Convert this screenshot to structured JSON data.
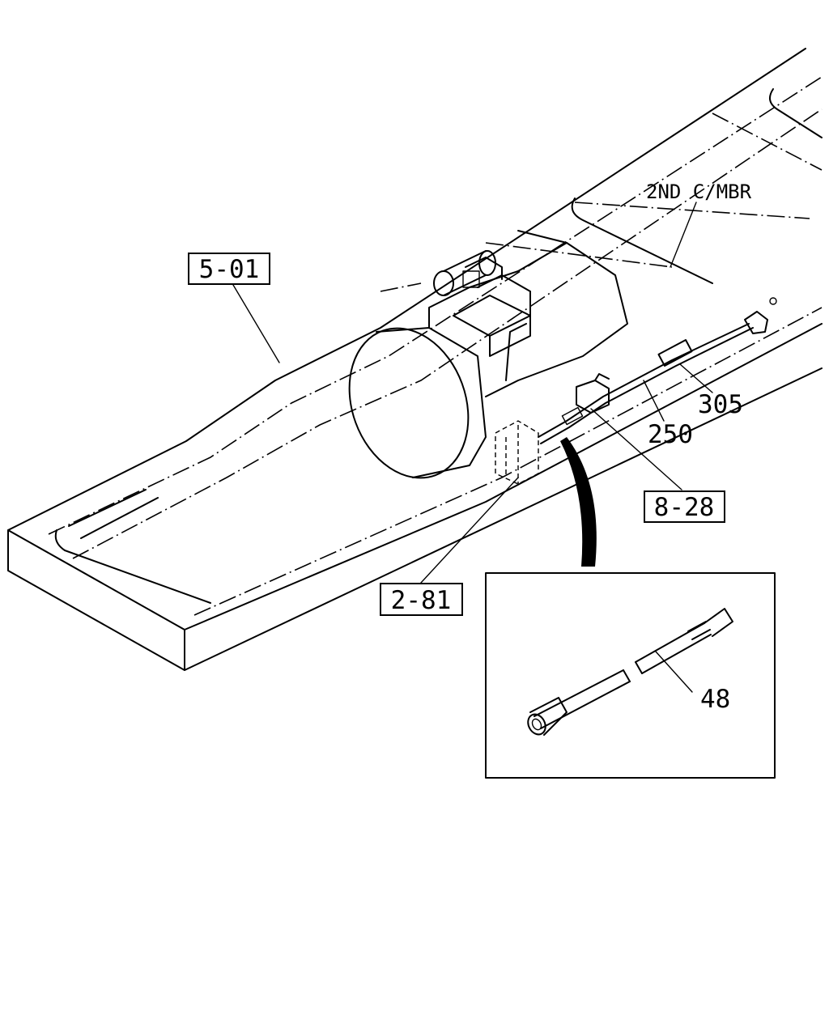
{
  "callouts": {
    "ref_5_01": "5-01",
    "ref_8_28": "8-28",
    "ref_2_81": "2-81",
    "part_305": "305",
    "part_250": "250",
    "part_48": "48",
    "crossmember": "2ND C/MBR"
  }
}
